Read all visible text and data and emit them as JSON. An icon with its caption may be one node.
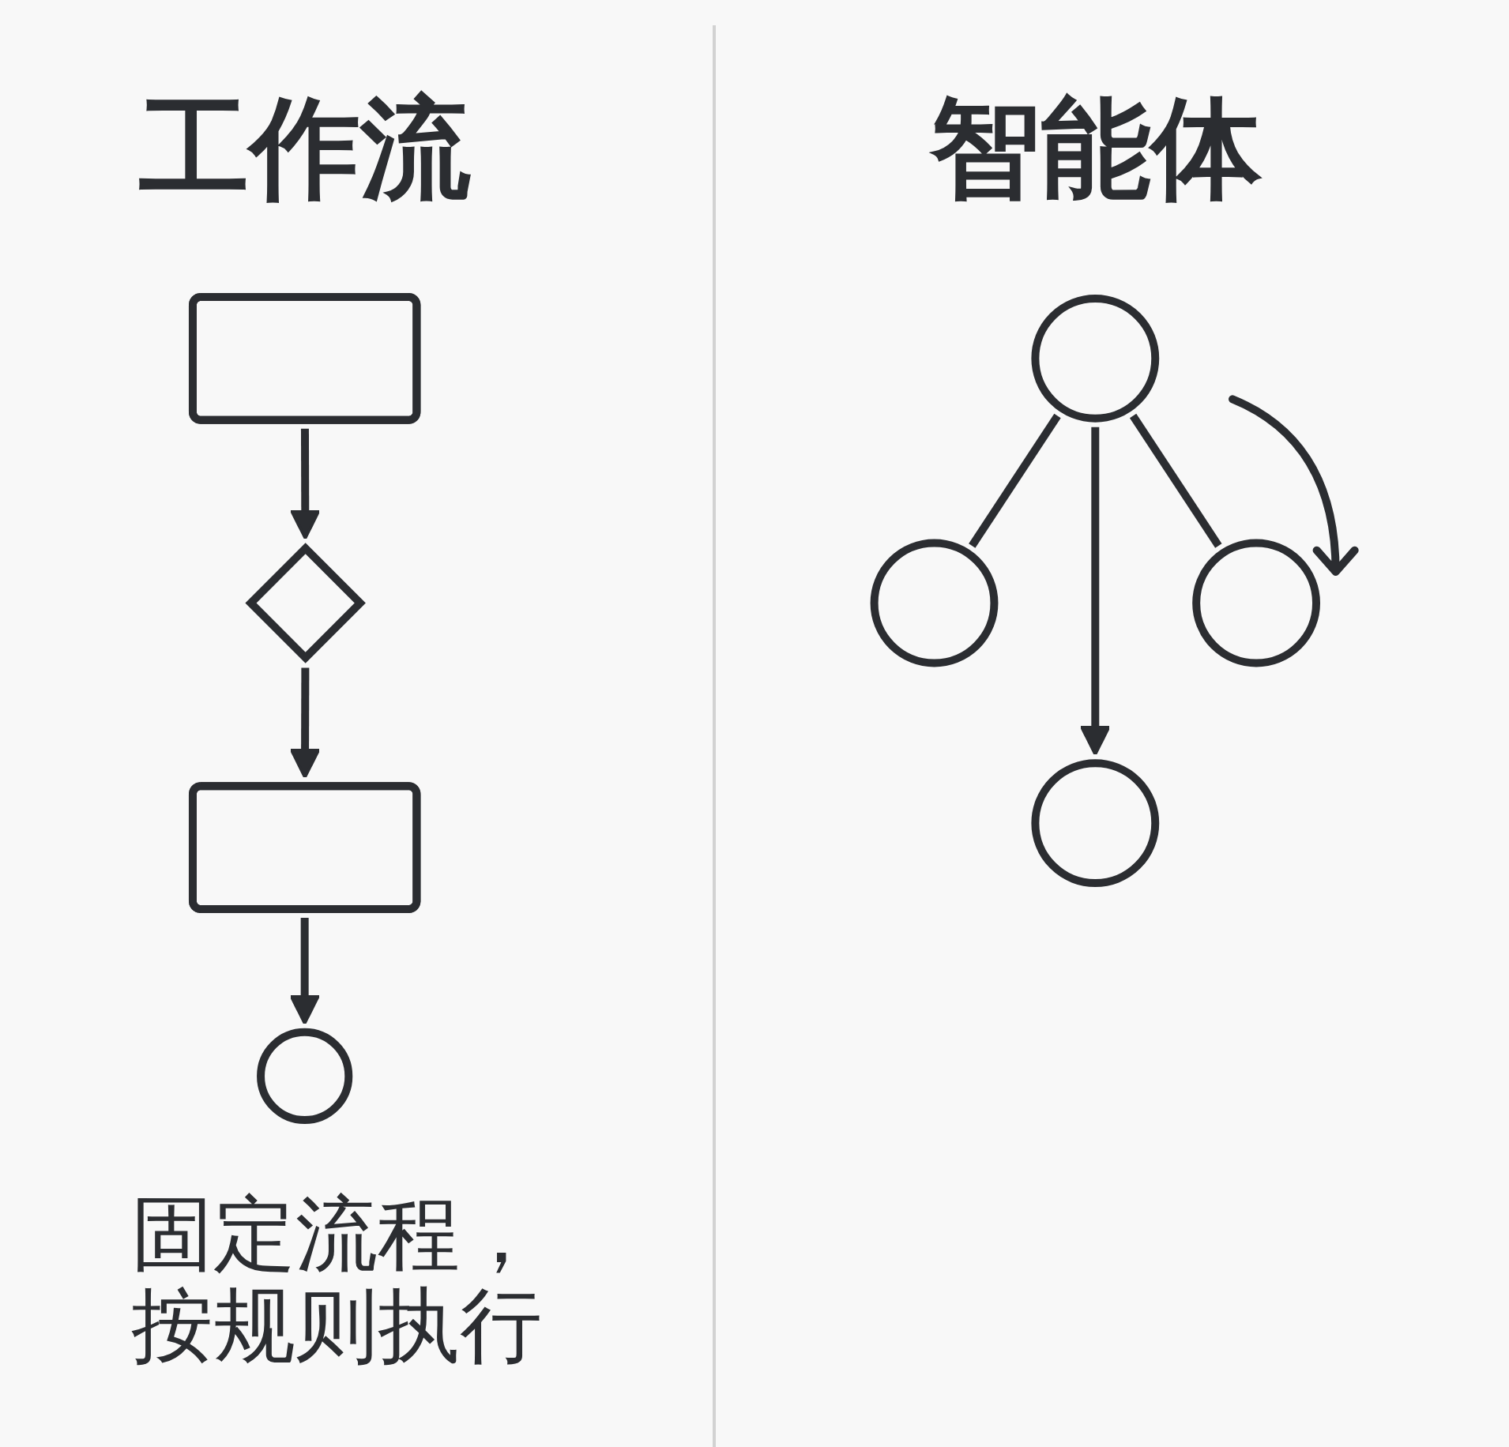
{
  "diagram": {
    "nodes": [
      {
        "text": [],
        "shape": "box"
      },
      {
        "text": [],
        "shape": "diamond"
      },
      {
        "text": [],
        "shape": "box"
      },
      {
        "text": [],
        "shape": "circle"
      },
      {
        "text": [],
        "shape": "circle"
      },
      {
        "text": [],
        "shape": "circle"
      },
      {
        "text": [],
        "shape": "circle"
      },
      {
        "text": [],
        "shape": "circle"
      }
    ],
    "edges": [
      {
        "from": 0,
        "to": 1,
        "arrow": "to"
      },
      {
        "from": 1,
        "to": 2,
        "arrow": "to"
      },
      {
        "from": 2,
        "to": 3,
        "arrow": "to"
      },
      {
        "from": 4,
        "to": 5,
        "arrow": "none"
      },
      {
        "from": 4,
        "to": 7,
        "arrow": "to"
      },
      {
        "from": 4,
        "to": 6,
        "arrow": "none"
      }
    ],
    "labels": [
      "工作流",
      "智能体",
      "固定流程，按规则执行"
    ]
  }
}
